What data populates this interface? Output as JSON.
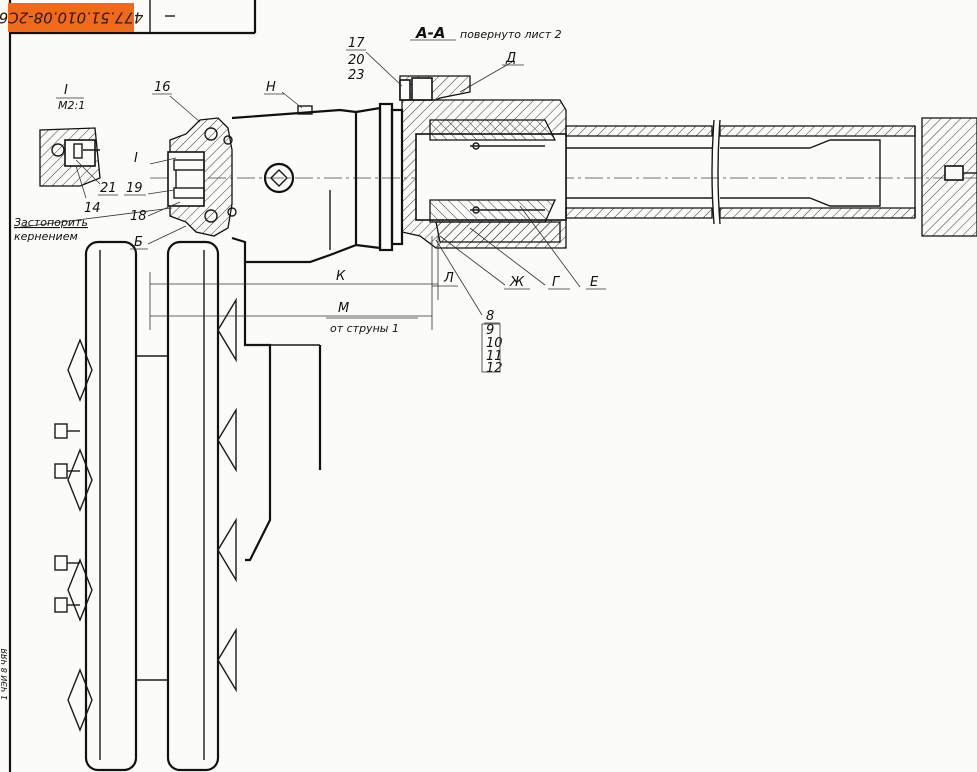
{
  "stamp": {
    "code": "477.51.010.08-2C6",
    "color": "#f06a1a"
  },
  "section": {
    "title": "А-А",
    "note": "повернуто лист 2"
  },
  "detail": {
    "title": "I",
    "scale": "М2:1"
  },
  "note_lock": {
    "line1": "Застопорить",
    "line2": "кернением"
  },
  "from_string": "от струны 1",
  "letters": {
    "A": "Д",
    "B": "Б",
    "H": "Н",
    "K": "К",
    "L": "Л",
    "M": "М",
    "Zh": "Ж",
    "G": "Г",
    "E": "Е",
    "I": "I"
  },
  "parts": {
    "p16": "16",
    "p17": "17",
    "p20": "20",
    "p23": "23",
    "p21": "21",
    "p14": "14",
    "p19": "19",
    "p18": "18",
    "p8": "8",
    "p9": "9",
    "p10": "10",
    "p11": "11",
    "p12": "12"
  },
  "margin_note": "1 ЧЭИ 8 ЧЯЯ"
}
